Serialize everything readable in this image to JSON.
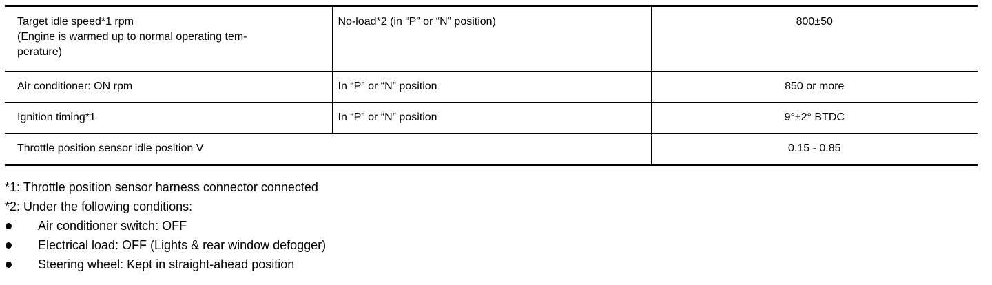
{
  "table": {
    "rows": [
      {
        "item_lines": [
          "Target idle speed*1    rpm",
          "(Engine is warmed up to normal operating tem-",
          "perature)"
        ],
        "condition": "No-load*2 (in “P” or “N” position)",
        "value": "800±50"
      },
      {
        "item_lines": [
          "Air conditioner: ON    rpm"
        ],
        "condition": "In “P” or “N” position",
        "value": "850 or more"
      },
      {
        "item_lines": [
          "Ignition timing*1"
        ],
        "condition": "In “P” or “N” position",
        "value": "9°±2° BTDC"
      },
      {
        "item_lines": [
          "Throttle position sensor idle position    V"
        ],
        "condition": "",
        "value": "0.15 - 0.85"
      }
    ]
  },
  "notes": {
    "note1": "*1: Throttle position sensor harness connector connected",
    "note2": "*2: Under the following conditions:",
    "bullets": [
      "Air conditioner switch: OFF",
      "Electrical load: OFF (Lights & rear window defogger)",
      "Steering wheel: Kept in straight-ahead position"
    ]
  }
}
